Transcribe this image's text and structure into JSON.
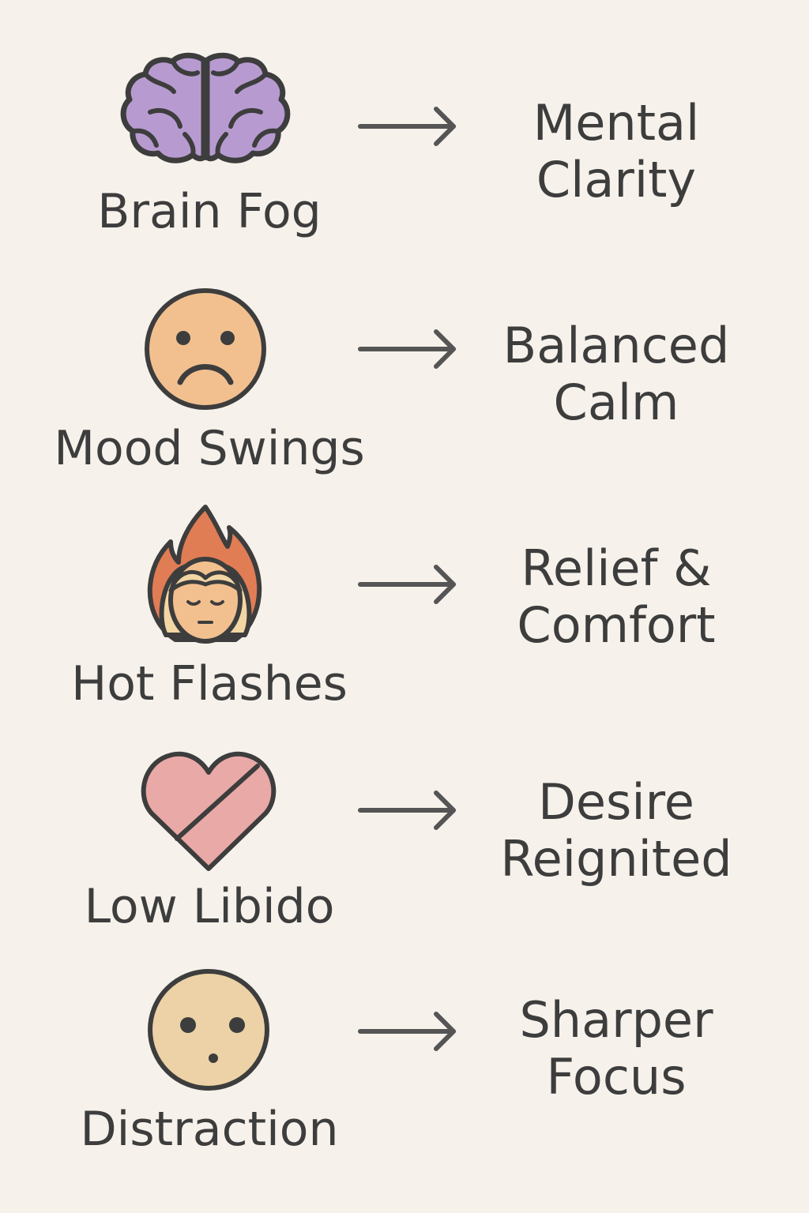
{
  "colors": {
    "background": "#f6f2eb",
    "text": "#3d3d3d",
    "outline": "#3d3d3d",
    "brain": "#b79bd0",
    "sad_face": "#f2c08f",
    "flame": "#e07d55",
    "face_skin": "#f2c08f",
    "hair": "#f2d6a4",
    "heart": "#e9a9a7",
    "neutral_face": "#ecd2a6",
    "arrow": "#555555"
  },
  "rows": [
    {
      "icon": "brain-icon",
      "symptom": "Brain Fog",
      "benefit_line1": "Mental",
      "benefit_line2": "Clarity"
    },
    {
      "icon": "sad-face-icon",
      "symptom": "Mood Swings",
      "benefit_line1": "Balanced",
      "benefit_line2": "Calm"
    },
    {
      "icon": "woman-flame-icon",
      "symptom": "Hot Flashes",
      "benefit_line1": "Relief &",
      "benefit_line2": "Comfort"
    },
    {
      "icon": "broken-heart-icon",
      "symptom": "Low Libido",
      "benefit_line1": "Desire",
      "benefit_line2": "Reignited"
    },
    {
      "icon": "surprised-face-icon",
      "symptom": "Distraction",
      "benefit_line1": "Sharper",
      "benefit_line2": "Focus"
    }
  ]
}
